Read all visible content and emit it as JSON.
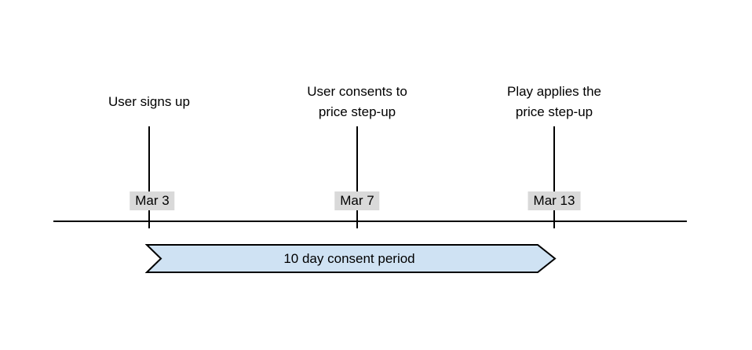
{
  "diagram": {
    "type": "timeline",
    "events": [
      {
        "label_line1": "User signs up",
        "label_line2": "",
        "date": "Mar 3"
      },
      {
        "label_line1": "User consents to",
        "label_line2": "price step-up",
        "date": "Mar 7"
      },
      {
        "label_line1": "Play applies the",
        "label_line2": "price step-up",
        "date": "Mar 13"
      }
    ],
    "period": {
      "label": "10 day consent period",
      "start_date": "Mar 3",
      "end_date": "Mar 13"
    }
  },
  "colors": {
    "background": "#ffffff",
    "axis_line": "#000000",
    "text": "#000000",
    "date_chip_bg": "#d9d9d9",
    "ribbon_fill": "#cfe2f3",
    "ribbon_stroke": "#000000"
  }
}
